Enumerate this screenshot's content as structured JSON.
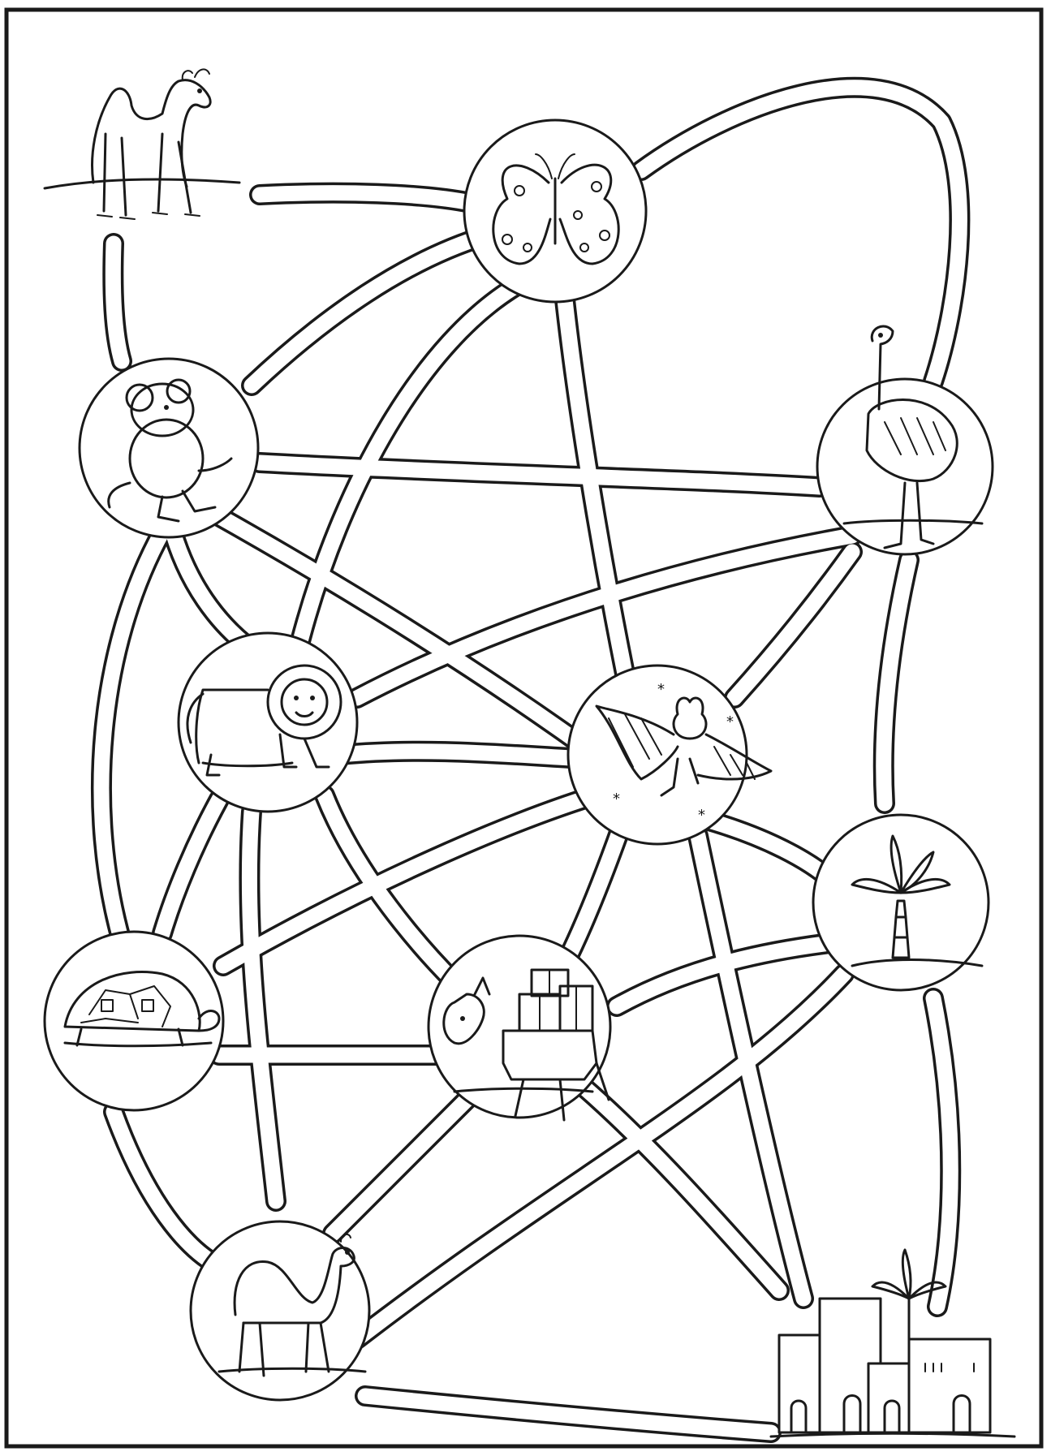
{
  "puzzle": {
    "type": "path-maze",
    "start": "camel-top-left",
    "goal": "desert-town",
    "stops": [
      "camel-top-left",
      "butterfly",
      "mouse",
      "ostrich",
      "lion",
      "bat",
      "palm-tree",
      "tortoise",
      "donkey-with-gifts",
      "camel-bottom",
      "desert-town"
    ],
    "colors": {
      "ink": "#1a1a1a",
      "paper": "#ffffff"
    }
  }
}
